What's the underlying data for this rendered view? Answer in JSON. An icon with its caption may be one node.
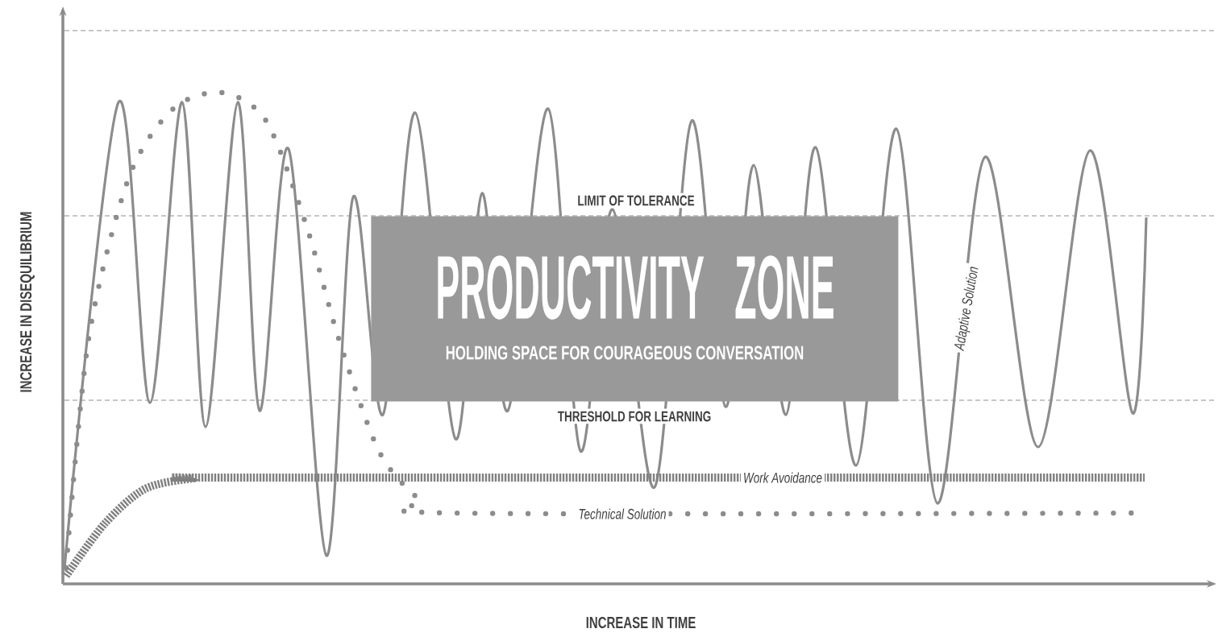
{
  "diagram": {
    "nodes": [
      {
        "text": [
          "PRODUCTIVITY ZONE",
          "HOLDING SPACE FOR COURAGEOUS CONVERSATION"
        ]
      }
    ],
    "labels": [
      "INCREASE IN DISEQUILIBRIUM",
      "LIMIT OF TOLERANCE",
      "Adaptive Solution",
      "THRESHOLD FOR LEARNING",
      "Work Avoidance",
      "Technical Solution",
      "INCREASE IN TIME"
    ]
  }
}
